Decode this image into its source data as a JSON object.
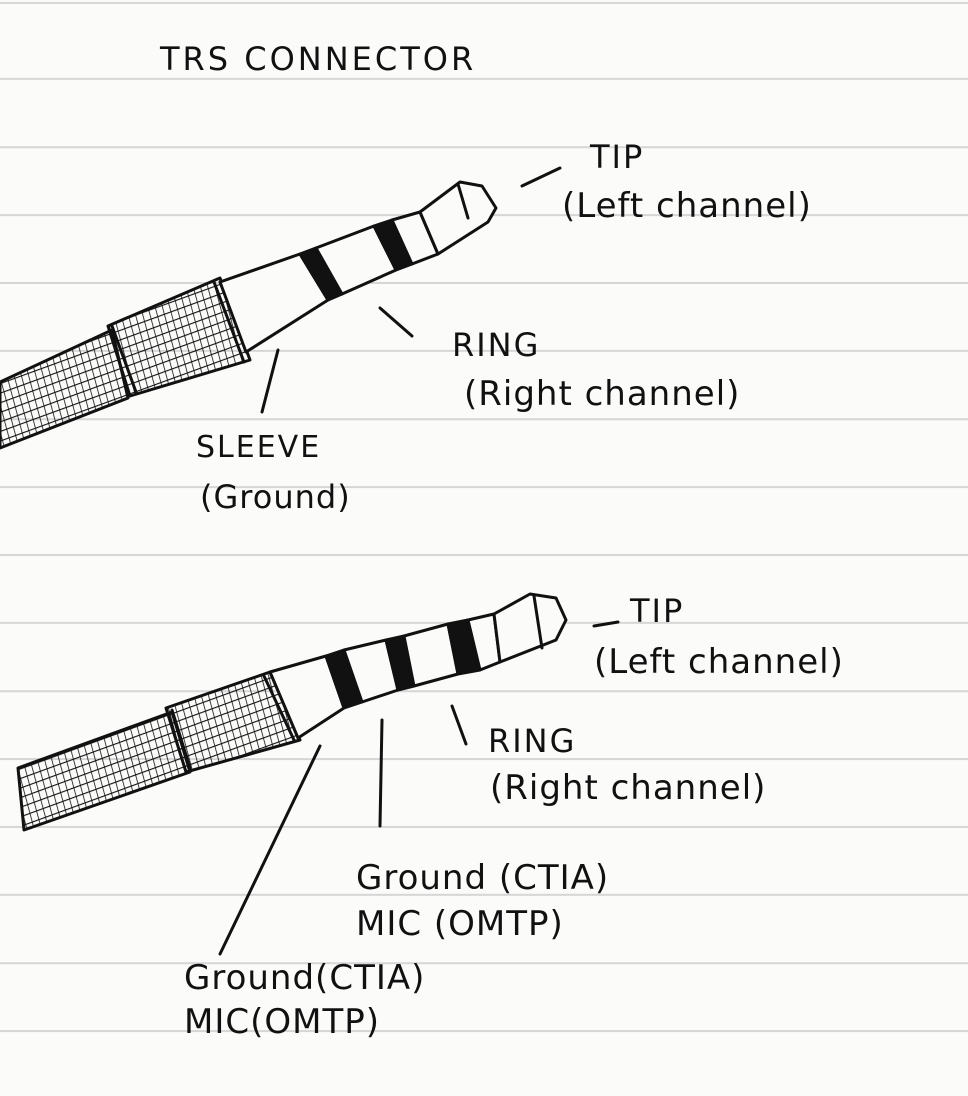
{
  "title": "TRS CONNECTOR",
  "trs": {
    "tip": {
      "name": "TIP",
      "role": "(Left channel)"
    },
    "ring": {
      "name": "RING",
      "role": "(Right channel)"
    },
    "sleeve": {
      "name": "SLEEVE",
      "role": "(Ground)"
    }
  },
  "trrs": {
    "tip": {
      "name": "TIP",
      "role": "(Left channel)"
    },
    "ring": {
      "name": "RING",
      "role": "(Right channel)"
    },
    "ring2": {
      "line1": "Ground (CTIA)",
      "line2": "MIC (OMTP)"
    },
    "sleeve": {
      "line1": "Ground(CTIA)",
      "line2": "MIC(OMTP)"
    }
  },
  "colors": {
    "ink": "#111111",
    "paper": "#fbfbfa",
    "rule": "#d6d6d6"
  }
}
